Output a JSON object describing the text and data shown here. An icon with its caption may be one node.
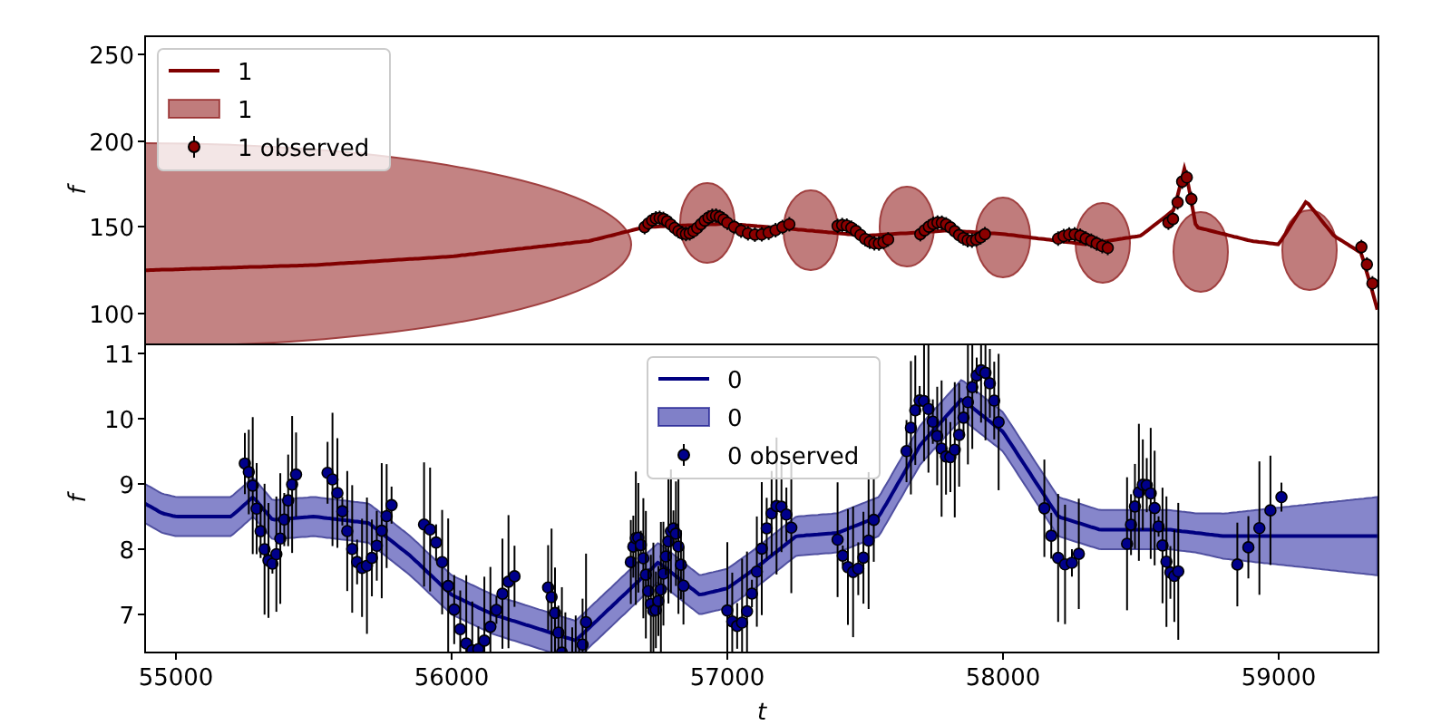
{
  "diagram": {
    "labels": [
      "250",
      "200",
      "150",
      "100",
      "f",
      "11",
      "10",
      "9",
      "8",
      "7",
      "f",
      "55000",
      "56000",
      "57000",
      "58000",
      "59000",
      "t"
    ],
    "legend": [
      {
        "text": "1"
      },
      {
        "text": "1",
        "color": "#c07c7c"
      },
      {
        "text": "1 observed"
      },
      {
        "text": "0"
      },
      {
        "text": "0",
        "color": "#8080c8"
      },
      {
        "text": "0 observed"
      }
    ]
  }
}
